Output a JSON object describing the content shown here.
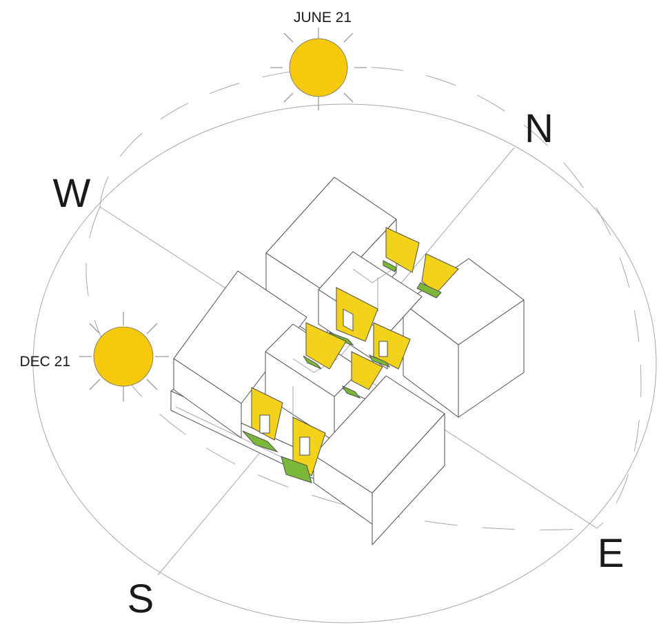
{
  "directions": {
    "north": "N",
    "south": "S",
    "east": "E",
    "west": "W"
  },
  "suns": {
    "summer": {
      "label": "JUNE 21",
      "color": "#f7c90d"
    },
    "winter": {
      "label": "DEC 21",
      "color": "#f7c90d"
    }
  },
  "colors": {
    "sunlit_wall": "#f2d21a",
    "sunlit_floor": "#7bb83a",
    "building": "#ffffff",
    "outline": "#4d4d4d",
    "guides": "#a6a6a6"
  }
}
